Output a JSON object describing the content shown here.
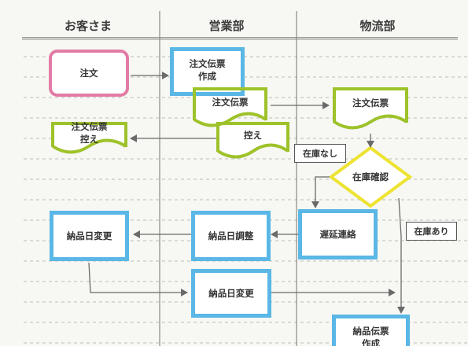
{
  "lanes": [
    "お客さま",
    "営業部",
    "物流部"
  ],
  "nodes": {
    "order": "注文",
    "create_slip": "注文伝票\n作成",
    "order_slip_sales": "注文伝票",
    "copy": "控え",
    "order_slip_copy": "注文伝票\n控え",
    "order_slip_logistics": "注文伝票",
    "stock_check": "在庫確認",
    "delay_notice": "遅延連絡",
    "adjust_date": "納品日調整",
    "change_date_customer": "納品日変更",
    "change_date_sales": "納品日変更",
    "delivery_slip": "納品伝票\n作成"
  },
  "labels": {
    "out_of_stock": "在庫なし",
    "in_stock": "在庫あり"
  },
  "colors": {
    "task_border": "#5ab7e6",
    "start_border": "#e27ba5",
    "document_border": "#9ec22a",
    "decision_border": "#ede331",
    "line": "#6a6a6a"
  }
}
